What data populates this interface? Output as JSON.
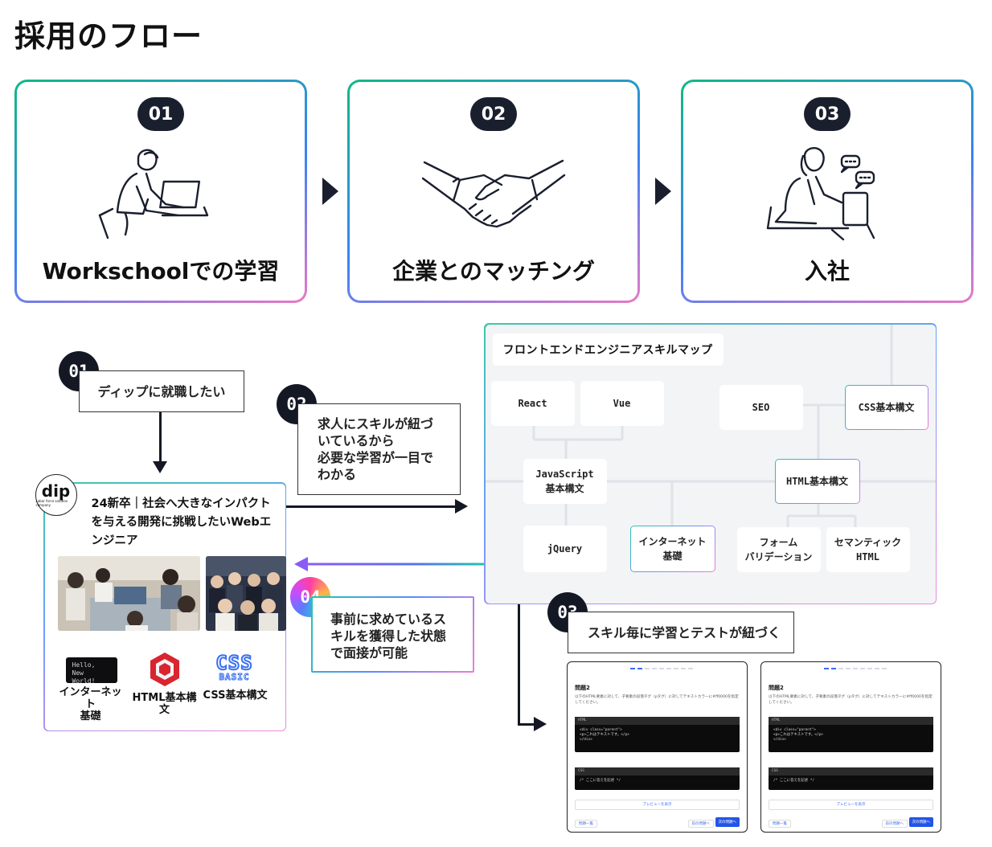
{
  "page_title": "採用のフロー",
  "steps": [
    {
      "num": "01",
      "label": "Workschoolでの学習"
    },
    {
      "num": "02",
      "label": "企業とのマッチング"
    },
    {
      "num": "03",
      "label": "入社"
    }
  ],
  "flow": {
    "b01": "01",
    "note01": "ディップに就職したい",
    "b02": "02",
    "note02": [
      "求人にスキルが紐づ",
      "いているから",
      "必要な学習が一目で",
      "わかる"
    ],
    "b03": "03",
    "note03": "スキル毎に学習とテストが紐づく",
    "b04": "04",
    "note04": [
      "事前に求めているス",
      "キルを獲得した状態",
      "で面接が可能"
    ]
  },
  "job": {
    "logo_text": "dip",
    "logo_sub": "Labor force solution company",
    "title": [
      "24新卒｜社会へ大きなインパクト",
      "を与える開発に挑戦したいWebエ",
      "ンジニア"
    ],
    "icon_hello": [
      "Hello,",
      "New World!"
    ],
    "icon_css_top": "CSS",
    "icon_css_bottom": "BASIC",
    "skills": [
      {
        "label": [
          "インターネット",
          "基礎"
        ]
      },
      {
        "label": [
          "HTML基本構文"
        ]
      },
      {
        "label": [
          "CSS基本構文"
        ]
      }
    ]
  },
  "skill_map": {
    "title": "フロントエンドエンジニアスキルマップ",
    "nodes": {
      "react": "React",
      "vue": "Vue",
      "seo": "SEO",
      "css": "CSS基本構文",
      "js1": "JavaScript",
      "js2": "基本構文",
      "html": "HTML基本構文",
      "jquery": "jQuery",
      "net1": "インターネット",
      "net2": "基礎",
      "form1": "フォーム",
      "form2": "バリデーション",
      "sem1": "セマンティック",
      "sem2": "HTML"
    }
  },
  "shots": {
    "q_title": "問題2",
    "q_text": "以下のHTML要素に対して、子要素の段落タグ（pタグ）に対してテキストカラーに#ff0000を指定してください。",
    "html_tab": "HTML",
    "html_code": [
      "<div class=\"parent\">",
      "  <p>これはテキストです。</p>",
      "</div>"
    ],
    "css_tab": "CSS",
    "css_code": "/* ここに答えを記述 */",
    "preview": "プレビューを表示",
    "list_btn": "問題一覧",
    "prev_btn": "前の問題へ",
    "next_btn": "次の問題へ"
  }
}
